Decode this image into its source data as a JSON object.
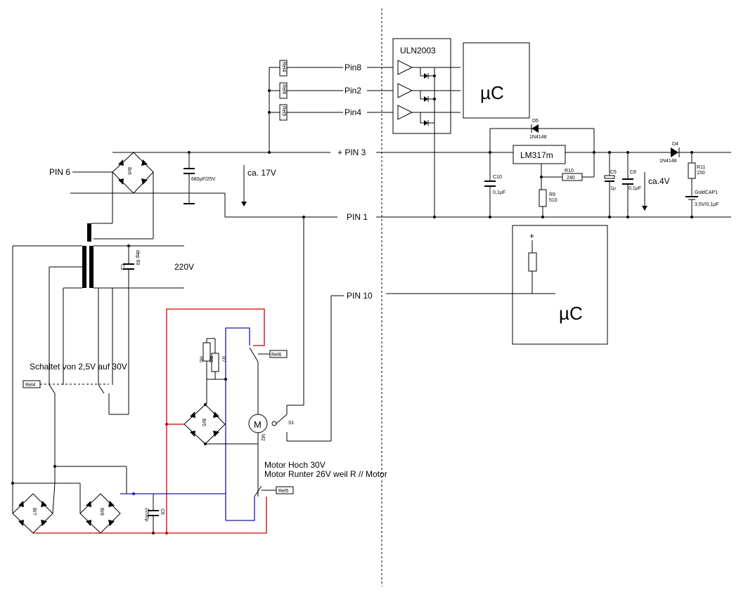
{
  "labels": {
    "uln2003": "ULN2003",
    "uc_top": "µC",
    "uc_bottom": "µC",
    "pin8": "Pin8",
    "pin2": "Pin2",
    "pin4": "Pin4",
    "pin3": "+ PIN 3",
    "pin6": "PIN 6",
    "pin1": "PIN 1",
    "pin10": "PIN 10",
    "ca17v": "ca. 17V",
    "ca4v": "ca.4V",
    "v220": "220V",
    "lm317m": "LM317m",
    "schaltet": "Schaltet von 2,5V auf 30V",
    "motor_hoch": "Motor Hoch 30V",
    "motor_runter": "Motor Runter 26V weil R // Motor",
    "motor_m": "M",
    "plus": "+"
  },
  "parts": {
    "rel4_top": "Rel4",
    "rel6_top": "Rel6",
    "rel5_top": "Rel5",
    "br6": "Br6",
    "c_680": "680µF/25V",
    "c_dep": "dep 60",
    "c2": "C2",
    "c10": "C10",
    "c10_val": "0,1µF",
    "d5": "D5",
    "d5_val": "1N4148",
    "r10": "R10",
    "r10_val": "240",
    "r9": "R9",
    "r9_val": "510",
    "c5": "C5",
    "c5_val": "1µ",
    "c8": "C8",
    "c8_val": "0,1µF",
    "d4": "D4",
    "d4_val": "1N4148",
    "r11": "R11",
    "r11_val": "150",
    "goldcap": "GoldCAP1",
    "goldcap_val": "3,5V/0,1µF",
    "rel6_mid": "Rel6",
    "r6": "R6",
    "r8": "R8",
    "r7": "R7",
    "br5": "Br5",
    "m2": "M2",
    "s1": "S1",
    "rel4_mid": "Rel4",
    "rel5_bot": "Rel5",
    "br7": "Br7",
    "br8": "Br8",
    "c6": "C6",
    "c6_val": "2200µ"
  },
  "colors": {
    "wire": "#000000",
    "motor_up_path": "#d00000",
    "motor_down_path": "#1a1aa0",
    "background": "#ffffff"
  }
}
